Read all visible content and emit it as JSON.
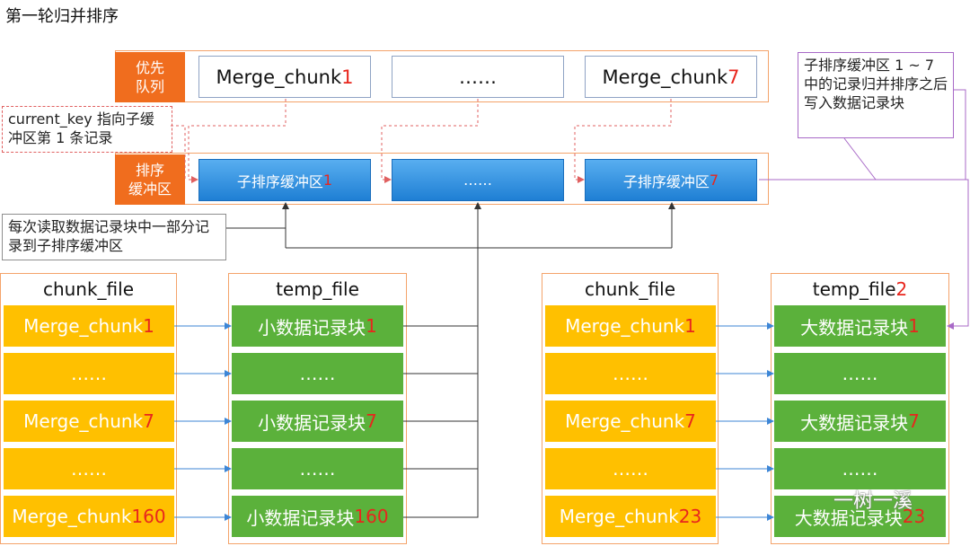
{
  "title": "第一轮归并排序",
  "pq": {
    "label": "优先\n队列",
    "boxes": [
      {
        "text": "Merge_chunk ",
        "num": "1"
      },
      {
        "text": "……",
        "num": ""
      },
      {
        "text": "Merge_chunk ",
        "num": "7"
      }
    ]
  },
  "buf": {
    "label": "排序\n缓冲区",
    "boxes": [
      {
        "text": "子排序缓冲区 ",
        "num": "1"
      },
      {
        "text": "……",
        "num": ""
      },
      {
        "text": "子排序缓冲区 ",
        "num": "7"
      }
    ]
  },
  "notes": {
    "current_key": "current_key 指向子缓冲区第 1 条记录",
    "read": "每次读取数据记录块中一部分记录到子排序缓冲区",
    "merge": "子排序缓冲区 1 ~ 7 中的记录归并排序之后写入数据记录块"
  },
  "left_group": {
    "chunk_title": "chunk_file",
    "temp_title": "temp_file",
    "temp_title_suffix": "",
    "chunk_cells": [
      {
        "text": "Merge_chunk ",
        "num": "1"
      },
      {
        "text": "……",
        "num": ""
      },
      {
        "text": "Merge_chunk ",
        "num": "7"
      },
      {
        "text": "……",
        "num": ""
      },
      {
        "text": "Merge_chunk ",
        "num": "160"
      }
    ],
    "temp_cells": [
      {
        "text": "小数据记录块 ",
        "num": "1"
      },
      {
        "text": "……",
        "num": ""
      },
      {
        "text": "小数据记录块 ",
        "num": "7"
      },
      {
        "text": "……",
        "num": ""
      },
      {
        "text": "小数据记录块 ",
        "num": "160"
      }
    ]
  },
  "right_group": {
    "chunk_title": "chunk_file",
    "temp_title": "temp_file",
    "temp_title_suffix": "2",
    "chunk_cells": [
      {
        "text": "Merge_chunk ",
        "num": "1"
      },
      {
        "text": "……",
        "num": ""
      },
      {
        "text": "Merge_chunk ",
        "num": "7"
      },
      {
        "text": "……",
        "num": ""
      },
      {
        "text": "Merge_chunk ",
        "num": "23"
      }
    ],
    "temp_cells": [
      {
        "text": "大数据记录块 ",
        "num": "1"
      },
      {
        "text": "……",
        "num": ""
      },
      {
        "text": "大数据记录块 ",
        "num": "7"
      },
      {
        "text": "……",
        "num": ""
      },
      {
        "text": "大数据记录块 ",
        "num": "23"
      }
    ]
  },
  "watermark": "一树一溪",
  "colors": {
    "orange": "#f06d1e",
    "yellow": "#ffc000",
    "green": "#5bb13b",
    "blue": "#1f7fd4",
    "red": "#e8261d",
    "purple": "#a869c7"
  }
}
